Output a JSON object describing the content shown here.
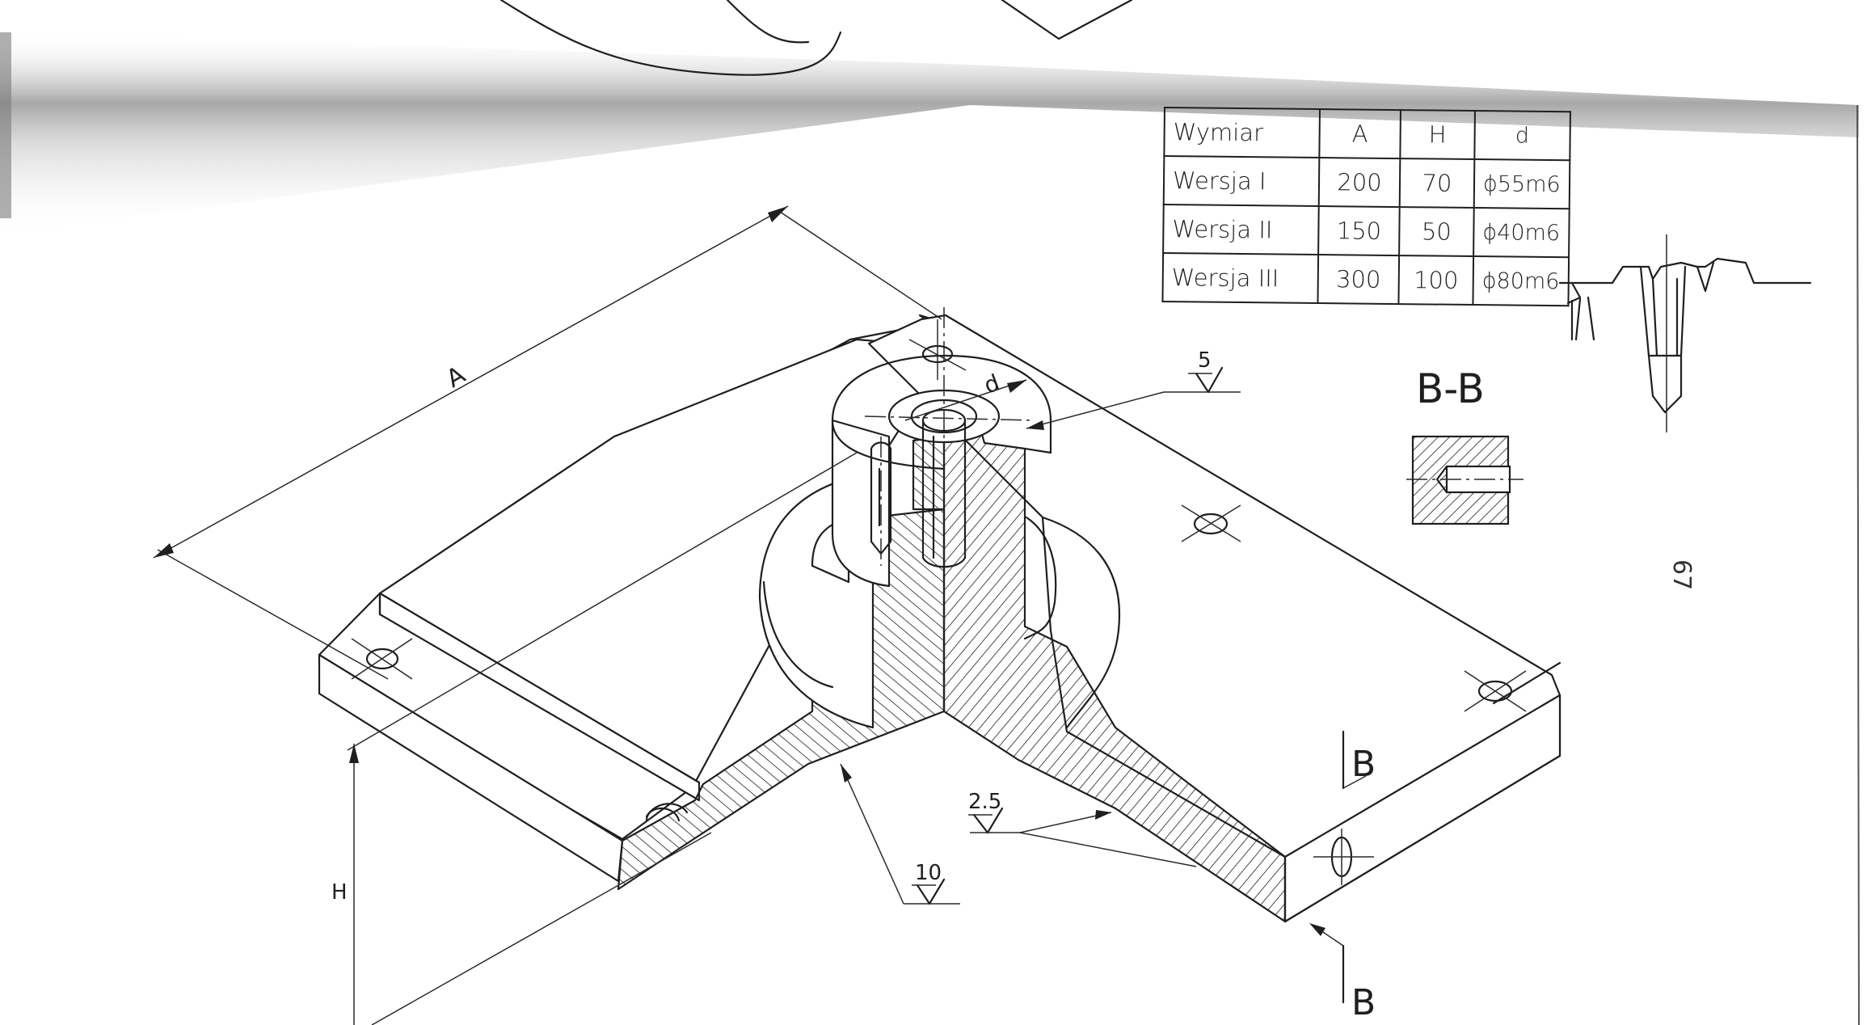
{
  "table": {
    "header": [
      "Wymiar",
      "A",
      "H",
      "d"
    ],
    "rows": [
      [
        "Wersja I",
        "200",
        "70",
        "ϕ55m6"
      ],
      [
        "Wersja II",
        "150",
        "50",
        "ϕ40m6"
      ],
      [
        "Wersja III",
        "300",
        "100",
        "ϕ80m6"
      ]
    ]
  },
  "dimensions": {
    "A": "A",
    "H": "H",
    "d": "d"
  },
  "surface_finish": {
    "top": "5",
    "middle": "2.5",
    "bottom": "10"
  },
  "section": {
    "title": "B-B",
    "mark_top": "B",
    "mark_bottom": "B"
  },
  "page_number": "67",
  "colors": {
    "ink": "#1f1f1f",
    "paper": "#ffffff",
    "scan_shadow": "#9a9a9a"
  }
}
